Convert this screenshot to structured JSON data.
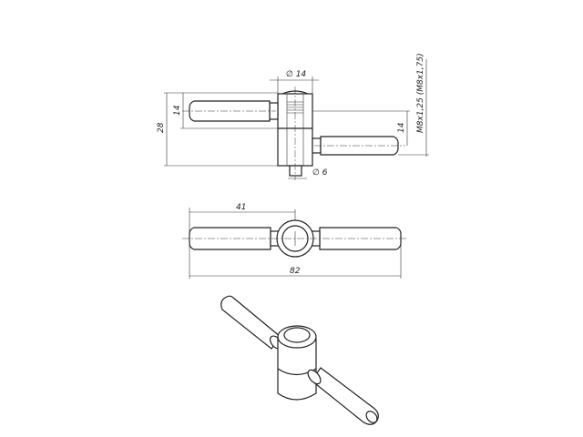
{
  "front_view": {
    "dim_diameter_top": "∅ 14",
    "dim_height_total": "28",
    "dim_left_pin": "14",
    "dim_right_offset": "14",
    "dim_diameter_bottom": "∅ 6",
    "thread_label": "M8x1,25 (M8x1,75)"
  },
  "top_view": {
    "dim_half_length": "41",
    "dim_total_length": "82"
  }
}
